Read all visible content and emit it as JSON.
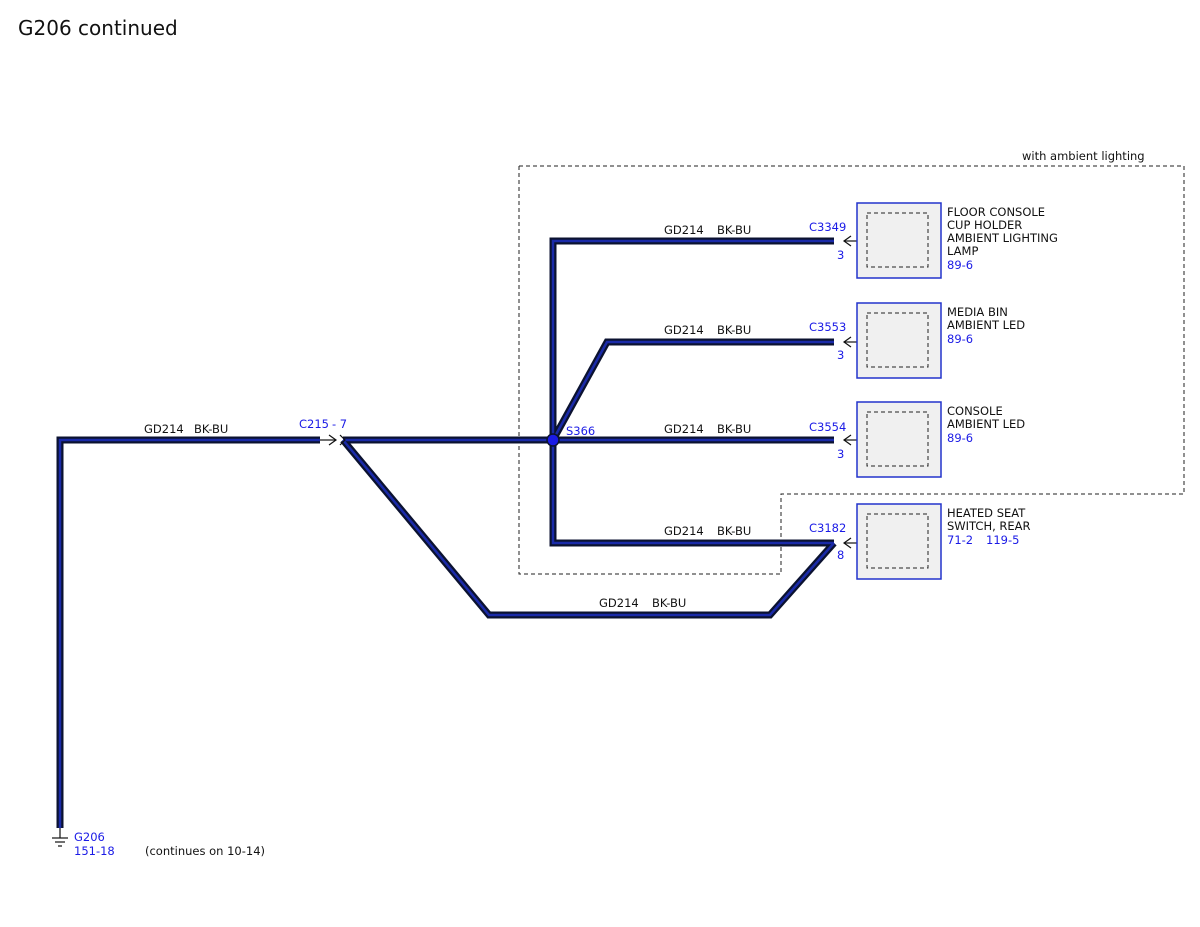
{
  "title": "G206 continued",
  "option_label": "with ambient lighting",
  "wire": {
    "circuit": "GD214",
    "color": "BK-BU"
  },
  "inline_connector": {
    "id": "C215",
    "pin": "- 7"
  },
  "splice": "S366",
  "ground": {
    "id": "G206",
    "ref": "151-18",
    "note": "(continues on 10-14)"
  },
  "components": [
    {
      "connector": "C3349",
      "pin": "3",
      "name": [
        "FLOOR CONSOLE",
        "CUP HOLDER",
        "AMBIENT LIGHTING",
        "LAMP"
      ],
      "refs": [
        "89-6"
      ]
    },
    {
      "connector": "C3553",
      "pin": "3",
      "name": [
        "MEDIA BIN",
        "AMBIENT LED"
      ],
      "refs": [
        "89-6"
      ]
    },
    {
      "connector": "C3554",
      "pin": "3",
      "name": [
        "CONSOLE",
        "AMBIENT LED"
      ],
      "refs": [
        "89-6"
      ]
    },
    {
      "connector": "C3182",
      "pin": "8",
      "name": [
        "HEATED SEAT",
        "SWITCH, REAR"
      ],
      "refs": [
        "71-2",
        "119-5"
      ]
    }
  ],
  "colors": {
    "wire_outer": "#0b1230",
    "wire_inner": "#1a2aa8",
    "link": "#1a1ae6",
    "box_fill": "#f0f0f0",
    "box_border": "#2233cc"
  }
}
